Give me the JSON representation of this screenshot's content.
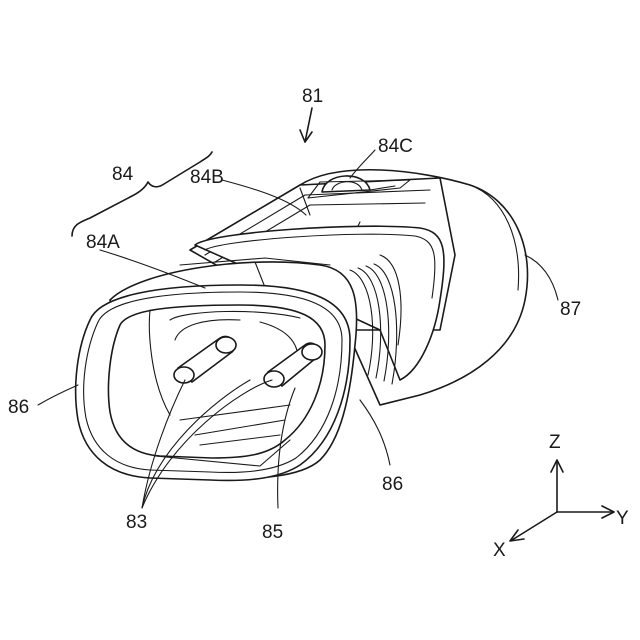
{
  "labels": {
    "assembly": "81",
    "housing": "84",
    "housing_a": "84A",
    "housing_b": "84B",
    "lock": "84C",
    "rear_body": "87",
    "seal_left": "86",
    "seal_right": "86",
    "terminals": "83",
    "gasket": "85"
  },
  "axes": {
    "z": "Z",
    "y": "Y",
    "x": "X"
  }
}
